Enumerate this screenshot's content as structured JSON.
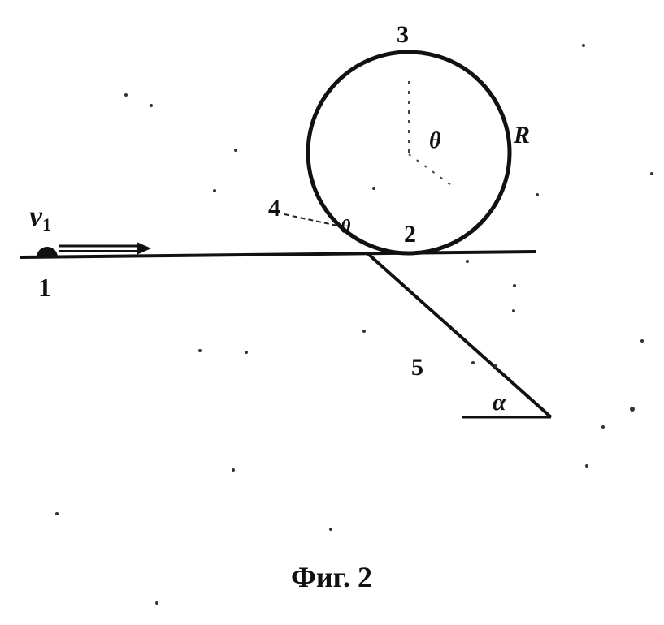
{
  "figure": {
    "caption": "Фиг. 2",
    "points": {
      "p1": "1",
      "p2": "2",
      "p3": "3",
      "p4": "4",
      "p5": "5"
    },
    "velocity_label": {
      "symbol": "v",
      "subscript": "1"
    },
    "radius_label": "R",
    "theta_label": "θ",
    "theta_small_label": "θ",
    "alpha_label": "α",
    "colors": {
      "ink": "#111111",
      "background": "#ffffff"
    }
  }
}
